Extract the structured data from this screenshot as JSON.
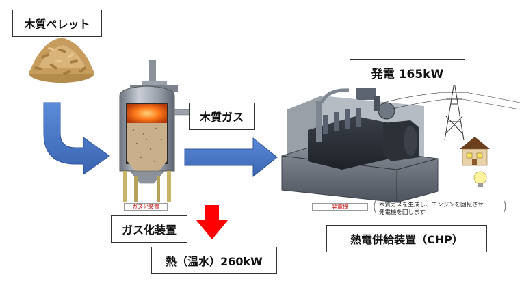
{
  "labels": {
    "pellet": "木質ペレット",
    "power": "発電 165kW",
    "wood_gas": "木質ガス",
    "gasifier": "ガス化装置",
    "heat": "熱（温水）260kW",
    "chp": "熱電併給装置（CHP）"
  },
  "tags": {
    "gasifier": "ガス化装置",
    "generator": "発電機"
  },
  "notes": {
    "generator_line1": "木質ガスを生成し、エンジンを回転させ",
    "generator_line2": "発電機を回します"
  },
  "colors": {
    "flow_arrow": "#4472c4",
    "heat_arrow": "#ff0000",
    "tag_text": "#c00000"
  },
  "icons": [
    "pellet-pile-image",
    "gasifier-image",
    "chp-engine-image",
    "power-tower-image",
    "house-image",
    "light-bulb-icon"
  ]
}
